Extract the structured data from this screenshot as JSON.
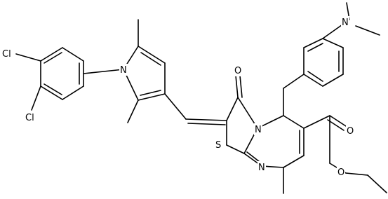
{
  "molecule": {
    "atoms": [
      {
        "id": "cl1",
        "label": "Cl"
      },
      {
        "id": "cl2",
        "label": "Cl"
      },
      {
        "id": "n_pyrrole",
        "label": "N"
      },
      {
        "id": "o_carbonyl",
        "label": "O"
      },
      {
        "id": "s_thiazole",
        "label": "S"
      },
      {
        "id": "n_ring",
        "label": "N"
      },
      {
        "id": "n_imine",
        "label": "N"
      },
      {
        "id": "o_ester_carbonyl",
        "label": "O"
      },
      {
        "id": "o_ester",
        "label": "O"
      },
      {
        "id": "n_dimethylamino",
        "label": "N"
      }
    ],
    "colors": {
      "bond": "#000000",
      "text": "#000000",
      "background": "#ffffff"
    }
  }
}
